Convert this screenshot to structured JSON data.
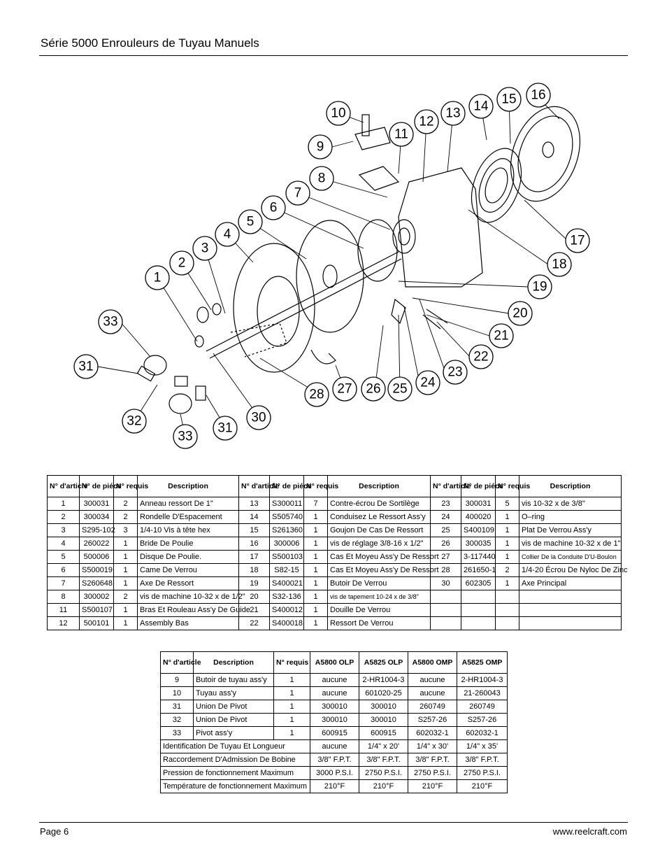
{
  "header": {
    "title": "Série 5000 Enrouleurs de Tuyau Manuels"
  },
  "diagram": {
    "callouts": [
      "1",
      "2",
      "3",
      "4",
      "5",
      "6",
      "7",
      "8",
      "9",
      "10",
      "11",
      "12",
      "13",
      "14",
      "15",
      "16",
      "17",
      "18",
      "19",
      "20",
      "21",
      "22",
      "23",
      "24",
      "25",
      "26",
      "27",
      "28",
      "30",
      "31",
      "32",
      "33",
      "31",
      "33"
    ]
  },
  "parts_table": {
    "headers": [
      "N° d'article",
      "N° de piéce",
      "N° requis",
      "Description"
    ],
    "rows": [
      [
        [
          "1",
          "300031",
          "2",
          "Anneau ressort De 1\""
        ],
        [
          "13",
          "S300011",
          "7",
          "Contre-écrou De Sortilège"
        ],
        [
          "23",
          "300031",
          "5",
          "vis 10-32 x de 3/8\""
        ]
      ],
      [
        [
          "2",
          "300034",
          "2",
          "Rondelle D'Espacement"
        ],
        [
          "14",
          "S505740",
          "1",
          "Conduisez Le Ressort Ass'y"
        ],
        [
          "24",
          "400020",
          "1",
          "O–ring"
        ]
      ],
      [
        [
          "3",
          "S295-102",
          "3",
          "1/4-10 Vis à tête hex"
        ],
        [
          "15",
          "S261360",
          "1",
          "Goujon De Cas De Ressort"
        ],
        [
          "25",
          "S400109",
          "1",
          "Plat De Verrou Ass'y"
        ]
      ],
      [
        [
          "4",
          "260022",
          "1",
          "Bride De Poulie"
        ],
        [
          "16",
          "300006",
          "1",
          "vis de réglage 3/8-16 x 1/2\""
        ],
        [
          "26",
          "300035",
          "1",
          "vis de machine 10-32 x de 1\""
        ]
      ],
      [
        [
          "5",
          "500006",
          "1",
          "Disque De Poulie."
        ],
        [
          "17",
          "S500103",
          "1",
          "Cas Et Moyeu Ass'y De Ressort"
        ],
        [
          "27",
          "3-117440",
          "1",
          "Collier De la Conduite D'U-Boulon"
        ]
      ],
      [
        [
          "6",
          "S500019",
          "1",
          "Came De Verrou"
        ],
        [
          "18",
          "S82-15",
          "1",
          "Cas Et Moyeu Ass'y De Ressort"
        ],
        [
          "28",
          "261650-1",
          "2",
          "1/4-20 Écrou De Nyloc De Zinc"
        ]
      ],
      [
        [
          "7",
          "S260648",
          "1",
          "Axe De Ressort"
        ],
        [
          "19",
          "S400021",
          "1",
          "Butoir De Verrou"
        ],
        [
          "30",
          "602305",
          "1",
          "Axe Principal"
        ]
      ],
      [
        [
          "8",
          "300002",
          "2",
          "vis de machine 10-32 x de 1/2\""
        ],
        [
          "20",
          "S32-136",
          "1",
          "vis de tapement 10-24 x de 3/8\""
        ],
        [
          "",
          "",
          "",
          ""
        ]
      ],
      [
        [
          "11",
          "S500107",
          "1",
          "Bras Et Rouleau Ass'y De Guide"
        ],
        [
          "21",
          "S400012",
          "1",
          "Douille De Verrou"
        ],
        [
          "",
          "",
          "",
          ""
        ]
      ],
      [
        [
          "12",
          "500101",
          "1",
          "Assembly Bas"
        ],
        [
          "22",
          "S400018",
          "1",
          "Ressort De Verrou"
        ],
        [
          "",
          "",
          "",
          ""
        ]
      ]
    ]
  },
  "hose_table": {
    "headers": [
      "N° d'article",
      "Description",
      "N° requis",
      "A5800 OLP",
      "A5825 OLP",
      "A5800 OMP",
      "A5825 OMP"
    ],
    "rows": [
      [
        "9",
        "Butoir de tuyau ass'y",
        "1",
        "aucune",
        "2-HR1004-3",
        "aucune",
        "2-HR1004-3"
      ],
      [
        "10",
        "Tuyau ass'y",
        "1",
        "aucune",
        "601020-25",
        "aucune",
        "21-260043"
      ],
      [
        "31",
        "Union De Pivot",
        "1",
        "300010",
        "300010",
        "260749",
        "260749"
      ],
      [
        "32",
        "Union De Pivot",
        "1",
        "300010",
        "300010",
        "S257-26",
        "S257-26"
      ],
      [
        "33",
        "Pivot ass'y",
        "1",
        "600915",
        "600915",
        "602032-1",
        "602032-1"
      ]
    ],
    "spec_rows": [
      [
        "Identification De Tuyau Et Longueur",
        "aucune",
        "1/4\" x 20'",
        "1/4\" x 30'",
        "1/4\" x 35'"
      ],
      [
        "Raccordement D'Admission De Bobine",
        "3/8\" F.P.T.",
        "3/8\" F.P.T.",
        "3/8\" F.P.T.",
        "3/8\" F.P.T."
      ],
      [
        "Pression de fonctionnement Maximum",
        "3000 P.S.I.",
        "2750 P.S.I.",
        "2750 P.S.I.",
        "2750 P.S.I."
      ],
      [
        "Température de fonctionnement Maximum",
        "210°F",
        "210°F",
        "210°F",
        "210°F"
      ]
    ]
  },
  "footer": {
    "page": "Page 6",
    "website": "www.reelcraft.com"
  }
}
